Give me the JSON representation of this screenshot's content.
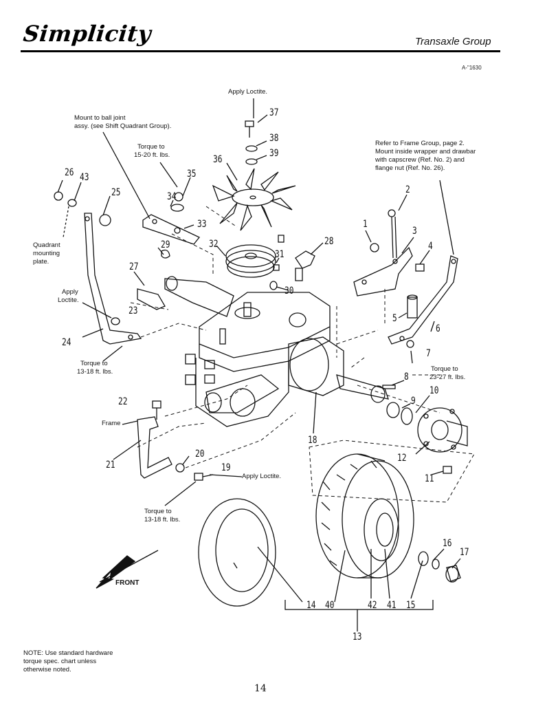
{
  "header": {
    "brand": "Simplicity",
    "group_title": "Transaxle Group",
    "figure_id": "A-\"1630"
  },
  "notes": {
    "apply_loctite_top": "Apply Loctite.",
    "mount_ball_joint_1": "Mount to ball joint",
    "mount_ball_joint_2": "assy. (see Shift Quadrant Group).",
    "torque_15_20_1": "Torque to",
    "torque_15_20_2": "15-20 ft. lbs.",
    "refer_frame_1": "Refer to Frame Group, page 2.",
    "refer_frame_2": "Mount inside wrapper and drawbar",
    "refer_frame_3": "with capscrew (Ref. No. 2) and",
    "refer_frame_4": "flange nut (Ref. No. 26).",
    "quadrant_1": "Quadrant",
    "quadrant_2": "mounting",
    "quadrant_3": "plate.",
    "apply_loctite_left_1": "Apply",
    "apply_loctite_left_2": "Loctite.",
    "torque_13_18_left_1": "Torque to",
    "torque_13_18_left_2": "13-18 ft. lbs.",
    "torque_23_27_1": "Torque to",
    "torque_23_27_2": "23-27 ft. lbs.",
    "frame": "Frame",
    "apply_loctite_19": "Apply Loctite.",
    "torque_13_18_bottom_1": "Torque to",
    "torque_13_18_bottom_2": "13-18 ft. lbs.",
    "front": "FRONT",
    "footnote_1": "NOTE: Use standard hardware",
    "footnote_2": "torque spec. chart unless",
    "footnote_3": "otherwise noted."
  },
  "callouts": [
    "1",
    "2",
    "3",
    "4",
    "5",
    "6",
    "7",
    "8",
    "9",
    "10",
    "11",
    "12",
    "13",
    "14",
    "15",
    "16",
    "17",
    "18",
    "19",
    "20",
    "21",
    "22",
    "23",
    "24",
    "25",
    "26",
    "27",
    "28",
    "29",
    "30",
    "31",
    "32",
    "33",
    "34",
    "35",
    "36",
    "37",
    "38",
    "39",
    "40",
    "41",
    "42",
    "43"
  ],
  "page_number": "14"
}
